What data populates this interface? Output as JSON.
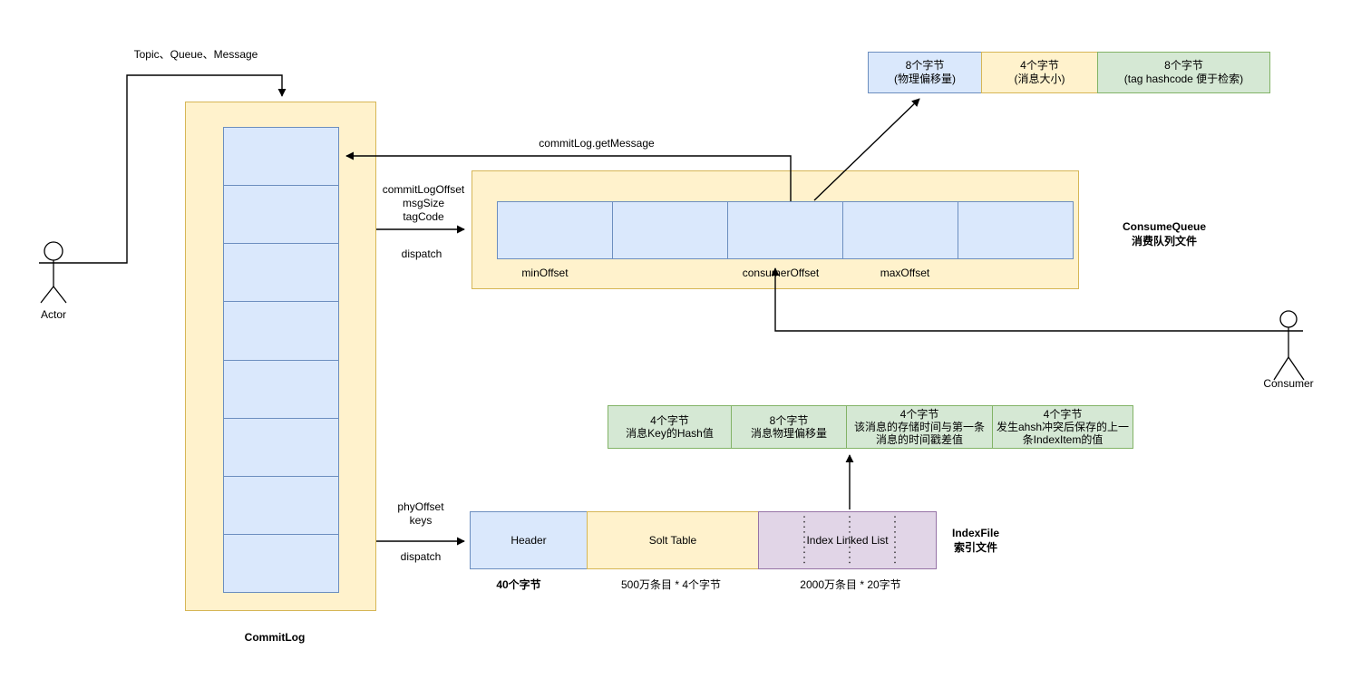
{
  "palette": {
    "background": "#FFFFFF",
    "yellow_fill": "#FFF2CC",
    "yellow_stroke": "#D6B656",
    "blue_fill": "#DAE8FC",
    "blue_stroke": "#6C8EBF",
    "green_fill": "#D5E8D4",
    "green_stroke": "#82B366",
    "purple_fill": "#E1D5E7",
    "purple_stroke": "#9673A6",
    "line_color": "#000000"
  },
  "actors": {
    "producer": {
      "label": "Actor"
    },
    "consumer": {
      "label": "Consumer"
    }
  },
  "flows": {
    "send": {
      "label": "Topic、Queue、Message"
    },
    "get_message": {
      "label": "commitLog.getMessage"
    },
    "cq_dispatch": {
      "fields": [
        "commitLogOffset",
        "msgSize",
        "tagCode"
      ],
      "action": "dispatch"
    },
    "index_dispatch": {
      "fields": [
        "phyOffset",
        "keys"
      ],
      "action": "dispatch"
    }
  },
  "commit_log": {
    "title": "CommitLog",
    "segment_count": 8
  },
  "consume_queue": {
    "title": [
      "ConsumeQueue",
      "消费队列文件"
    ],
    "cell_count": 5,
    "offset_labels": [
      "minOffset",
      "consumerOffset",
      "maxOffset"
    ],
    "entry_layout": [
      {
        "size": "8个字节",
        "desc": "(物理偏移量)"
      },
      {
        "size": "4个字节",
        "desc": "(消息大小)"
      },
      {
        "size": "8个字节",
        "desc": "(tag hashcode 便于检索)"
      }
    ]
  },
  "index_file": {
    "title": [
      "IndexFile",
      "索引文件"
    ],
    "sections": [
      {
        "label": "Header",
        "capacity": "40个字节"
      },
      {
        "label": "Solt Table",
        "capacity": "500万条目 * 4个字节"
      },
      {
        "label": "Index Linked List",
        "capacity": "2000万条目 * 20字节"
      }
    ],
    "entry_layout": [
      {
        "lines": [
          "4个字节",
          "消息Key的Hash值"
        ]
      },
      {
        "lines": [
          "8个字节",
          "消息物理偏移量"
        ]
      },
      {
        "lines": [
          "4个字节",
          "该消息的存储时间与第一条",
          "消息的时间戳差值"
        ]
      },
      {
        "lines": [
          "4个字节",
          "发生ahsh冲突后保存的上一",
          "条IndexItem的值"
        ]
      }
    ]
  }
}
